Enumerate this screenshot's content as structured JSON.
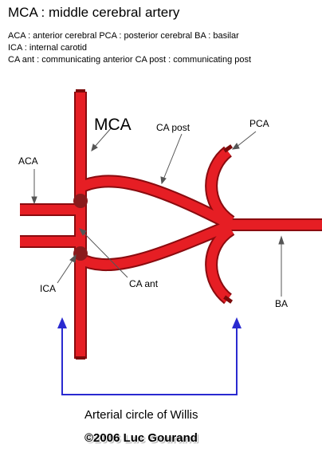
{
  "title": "MCA : middle cerebral artery",
  "legend": [
    "ACA : anterior cerebral  PCA : posterior cerebral  BA : basilar",
    "ICA : internal carotid",
    "CA ant : communicating anterior    CA post : communicating post"
  ],
  "labels": {
    "mca": "MCA",
    "ca_post": "CA post",
    "pca": "PCA",
    "aca": "ACA",
    "ica": "ICA",
    "ca_ant": "CA ant",
    "ba": "BA"
  },
  "caption": "Arterial circle of Willis",
  "copyright": "©2006 Luc Gourand",
  "colors": {
    "artery": "#e61e24",
    "artery_outline": "#8a0b0f",
    "junction": "#8a1a1c",
    "bracket": "#2a2ad0",
    "pointer": "#555555"
  }
}
